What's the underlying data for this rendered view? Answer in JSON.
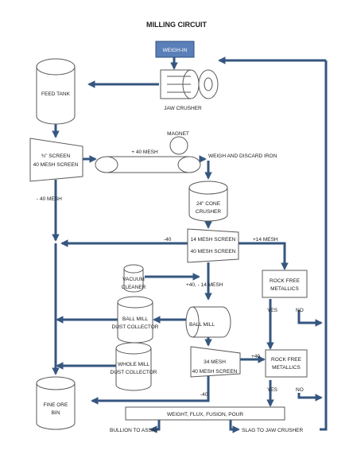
{
  "title": "MILLING CIRCUIT",
  "colors": {
    "arrow": "#35567f",
    "weigh_in_fill": "#5b7fb8",
    "outline": "#5a5a5a"
  },
  "nodes": {
    "weigh_in": "WEIGH-IN",
    "jaw_crusher": "JAW CRUSHER",
    "feed_tank": "FEED TANK",
    "screen1_line1": "¾\" SCREEN",
    "screen1_line2": "40 MESH SCREEN",
    "magnet": "MAGNET",
    "cone_line1": "24\" CONE",
    "cone_line2": "CRUSHER",
    "screen2_line1": "14 MESH SCREEN",
    "screen2_line2": "40 MESH SCREEN",
    "rock_free1_line1": "ROCK FREE",
    "rock_free1_line2": "METALLICS",
    "vacuum_line1": "VACUUM",
    "vacuum_line2": "CLEANER",
    "ball_mill": "BALL MILL",
    "ball_dust_line1": "BALL MILL",
    "ball_dust_line2": "DUST COLLECTOR",
    "whole_dust_line1": "WHOLE MILL",
    "whole_dust_line2": "DUST COLLECTOR",
    "screen3_line1": "34 MESH",
    "screen3_line2": "40 MESH SCREEN",
    "rock_free2_line1": "ROCK FREE",
    "rock_free2_line2": "METALLICS",
    "fine_ore_line1": "FINE ORE",
    "fine_ore_line2": "BIN",
    "smelt": "WEIGHT, FLUX, FUSION, POUR"
  },
  "labels": {
    "plus40_mesh": "+ 40 MESH",
    "weigh_discard_iron": "WEIGH AND DISCARD IRON",
    "minus40_mesh_1": "- 40 MESH",
    "minus40_2": "-40",
    "plus14_mesh": "+14 MESH",
    "plus40_minus14": "+40, - 14 MESH",
    "yes1": "YES",
    "no1": "NO",
    "plus40_2": "+40",
    "yes2": "YES",
    "no2": "NO",
    "minus40_3": "-40",
    "bullion": "BULLION TO ASSAY",
    "slag": "SLAG TO JAW CRUSHER"
  }
}
